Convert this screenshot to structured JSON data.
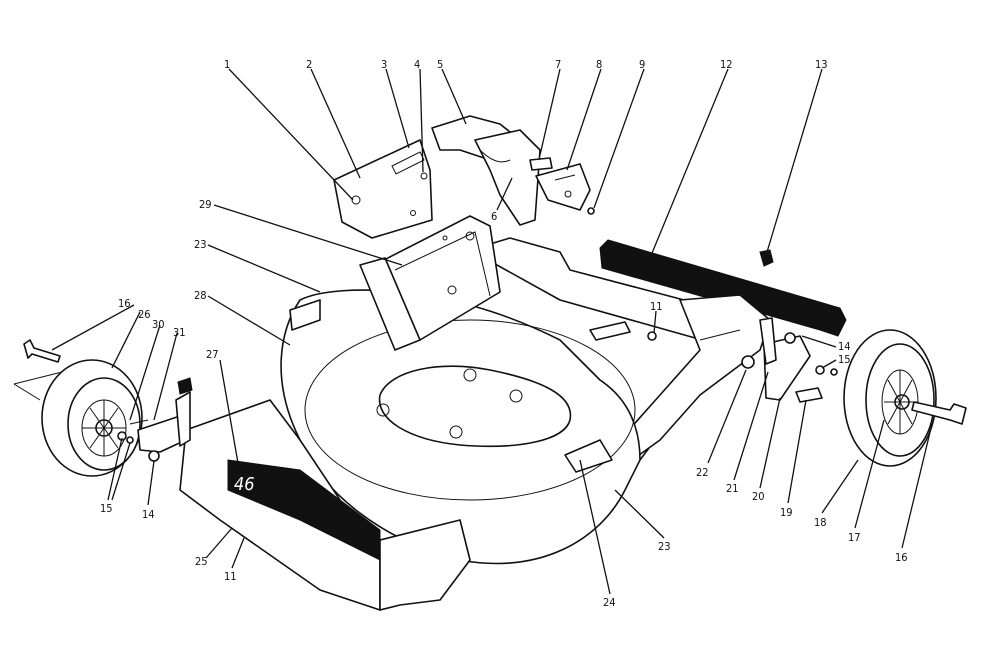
{
  "callouts": [
    {
      "id": "c1",
      "label": "1"
    },
    {
      "id": "c2",
      "label": "2"
    },
    {
      "id": "c3",
      "label": "3"
    },
    {
      "id": "c4",
      "label": "4"
    },
    {
      "id": "c5",
      "label": "5"
    },
    {
      "id": "c6",
      "label": "6"
    },
    {
      "id": "c7",
      "label": "7"
    },
    {
      "id": "c8",
      "label": "8"
    },
    {
      "id": "c9",
      "label": "9"
    },
    {
      "id": "c12",
      "label": "12"
    },
    {
      "id": "c13",
      "label": "13"
    },
    {
      "id": "c29",
      "label": "29"
    },
    {
      "id": "c23a",
      "label": "23"
    },
    {
      "id": "c28",
      "label": "28"
    },
    {
      "id": "c16a",
      "label": "16"
    },
    {
      "id": "c26",
      "label": "26"
    },
    {
      "id": "c30",
      "label": "30"
    },
    {
      "id": "c31",
      "label": "31"
    },
    {
      "id": "c27",
      "label": "27"
    },
    {
      "id": "c15a",
      "label": "15"
    },
    {
      "id": "c14a",
      "label": "14"
    },
    {
      "id": "c25",
      "label": "25"
    },
    {
      "id": "c11a",
      "label": "11"
    },
    {
      "id": "c11b",
      "label": "11"
    },
    {
      "id": "c14b",
      "label": "14"
    },
    {
      "id": "c15b",
      "label": "15"
    },
    {
      "id": "c22",
      "label": "22"
    },
    {
      "id": "c21",
      "label": "21"
    },
    {
      "id": "c20",
      "label": "20"
    },
    {
      "id": "c19",
      "label": "19"
    },
    {
      "id": "c18",
      "label": "18"
    },
    {
      "id": "c17",
      "label": "17"
    },
    {
      "id": "c16b",
      "label": "16"
    },
    {
      "id": "c23b",
      "label": "23"
    },
    {
      "id": "c24",
      "label": "24"
    }
  ],
  "deck_label": "46"
}
